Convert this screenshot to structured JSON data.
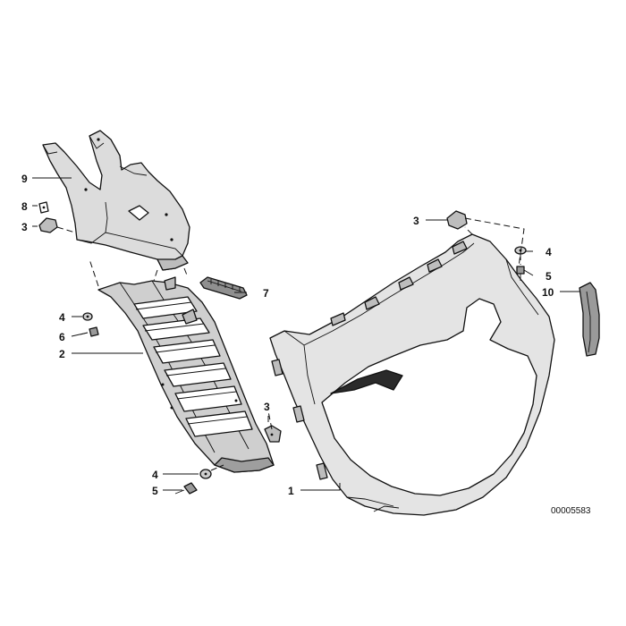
{
  "document_number": "00005583",
  "callouts": [
    {
      "id": "c1",
      "label": "1"
    },
    {
      "id": "c2",
      "label": "2"
    },
    {
      "id": "c3a",
      "label": "3"
    },
    {
      "id": "c3b",
      "label": "3"
    },
    {
      "id": "c3c",
      "label": "3"
    },
    {
      "id": "c4a",
      "label": "4"
    },
    {
      "id": "c4b",
      "label": "4"
    },
    {
      "id": "c4c",
      "label": "4"
    },
    {
      "id": "c5a",
      "label": "5"
    },
    {
      "id": "c5b",
      "label": "5"
    },
    {
      "id": "c6",
      "label": "6"
    },
    {
      "id": "c7",
      "label": "7"
    },
    {
      "id": "c8",
      "label": "8"
    },
    {
      "id": "c9",
      "label": "9"
    },
    {
      "id": "c10",
      "label": "10"
    }
  ]
}
